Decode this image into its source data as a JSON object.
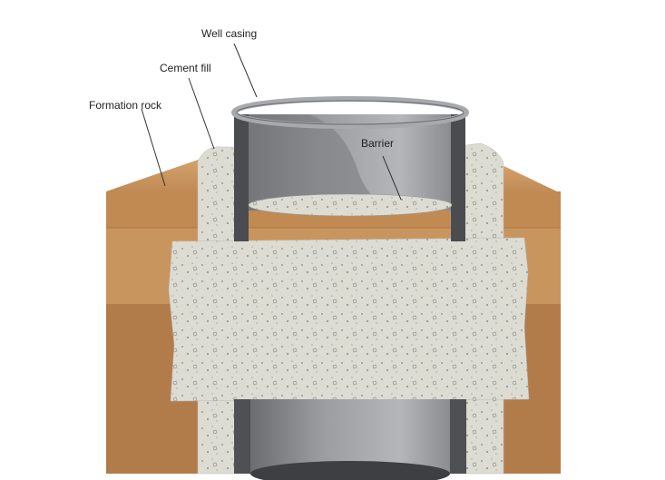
{
  "labels": {
    "well_casing": "Well casing",
    "cement_fill": "Cement fill",
    "formation_rock": "Formation rock",
    "barrier": "Barrier"
  },
  "colors": {
    "rock_light": "#c8955f",
    "rock_dark": "#b07a48",
    "cement": "#d9d9cf",
    "casing": "#8e9094",
    "casing_dark": "#4a4c50"
  }
}
